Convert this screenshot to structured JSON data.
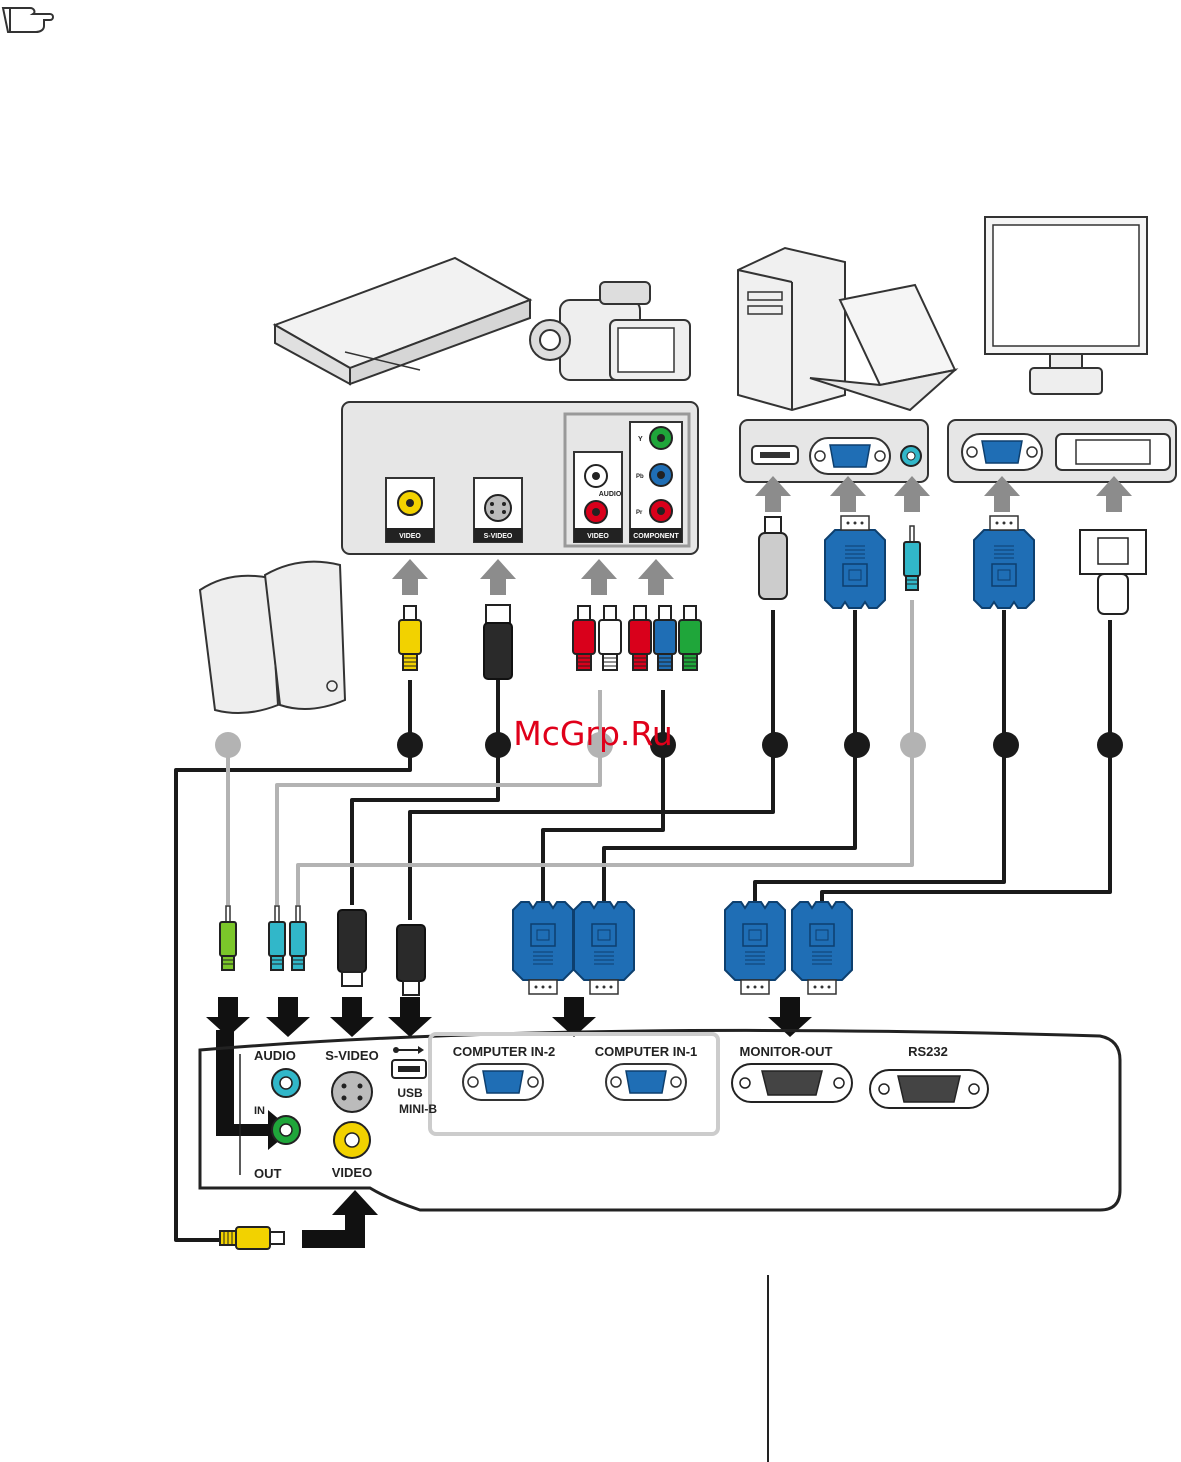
{
  "watermark": "McGrp.Ru",
  "note_icon": "pointing-hand-note-icon",
  "source_panel": {
    "video": "VIDEO",
    "svideo": "S-VIDEO",
    "audio": "AUDIO",
    "audio_video": "VIDEO",
    "component": "COMPONENT",
    "y": "Y",
    "pb": "Pb",
    "pr": "Pr"
  },
  "projector": {
    "audio": "AUDIO",
    "in": "IN",
    "out": "OUT",
    "svideo": "S-VIDEO",
    "video": "VIDEO",
    "usb": "USB",
    "minib": "MINI-B",
    "comp2": "COMPUTER IN-2",
    "comp1": "COMPUTER IN-1",
    "monitor_out": "MONITOR-OUT",
    "rs232": "RS232"
  },
  "colors": {
    "vga_blue": "#1f6eb5",
    "rca_yellow": "#f2d200",
    "rca_red": "#d9001b",
    "rca_green": "#1fa63a",
    "audio_cyan": "#31b7c9",
    "cable_black": "#1a1a1a",
    "cable_gray": "#b3b3b3"
  }
}
